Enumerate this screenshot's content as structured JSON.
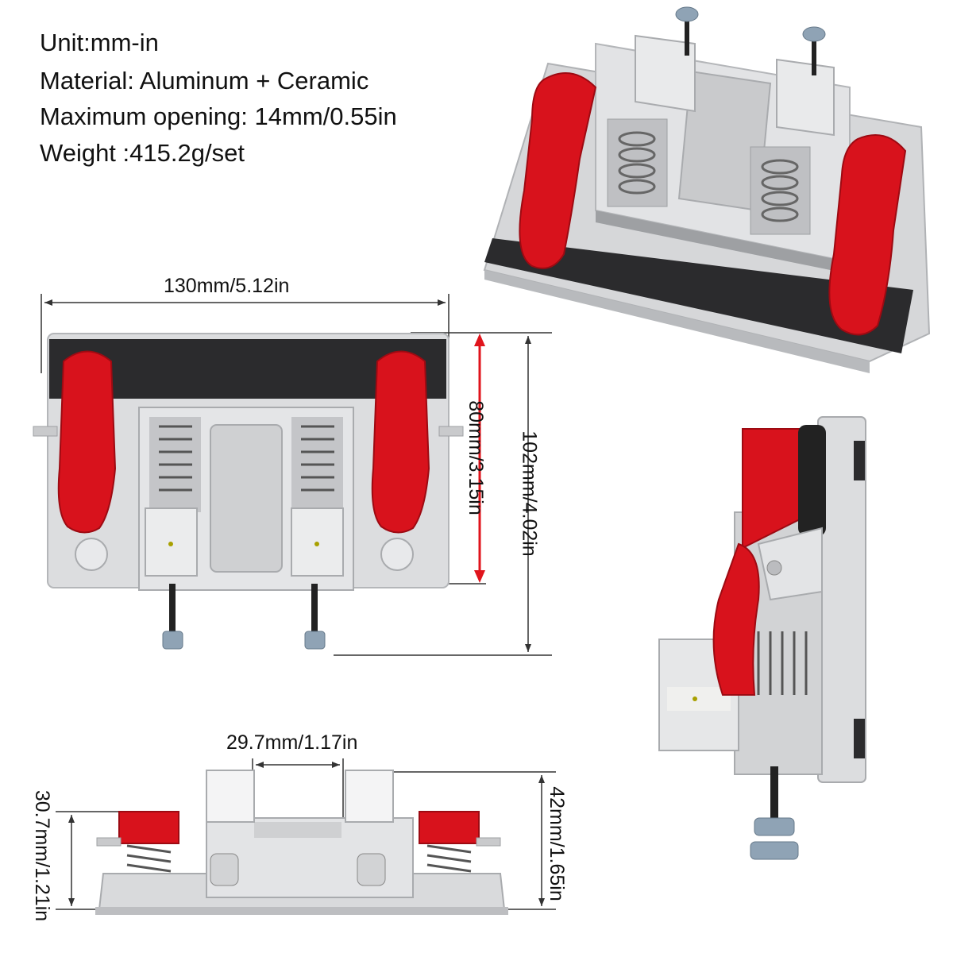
{
  "specs": {
    "unit": "Unit:mm-in",
    "material": "Material: Aluminum + Ceramic",
    "max_opening": "Maximum opening: 14mm/0.55in",
    "weight": "Weight :415.2g/set"
  },
  "dimensions": {
    "width": "130mm/5.12in",
    "inner_height": "80mm/3.15in",
    "total_height": "102mm/4.02in",
    "jaw_gap": "29.7mm/1.17in",
    "side_height": "30.7mm/1.21in",
    "overall_height": "42mm/1.65in"
  },
  "colors": {
    "aluminum": "#d9dadc",
    "aluminum_dark": "#b4b6b9",
    "clamp_red": "#d8121c",
    "clamp_red_dark": "#9d0a12",
    "rubber_pad": "#2b2b2d",
    "arrow_red": "#e0141c"
  },
  "icons": [
    "clamp-fixture-perspective",
    "clamp-fixture-top-view",
    "clamp-fixture-side-view",
    "clamp-fixture-front-view"
  ]
}
